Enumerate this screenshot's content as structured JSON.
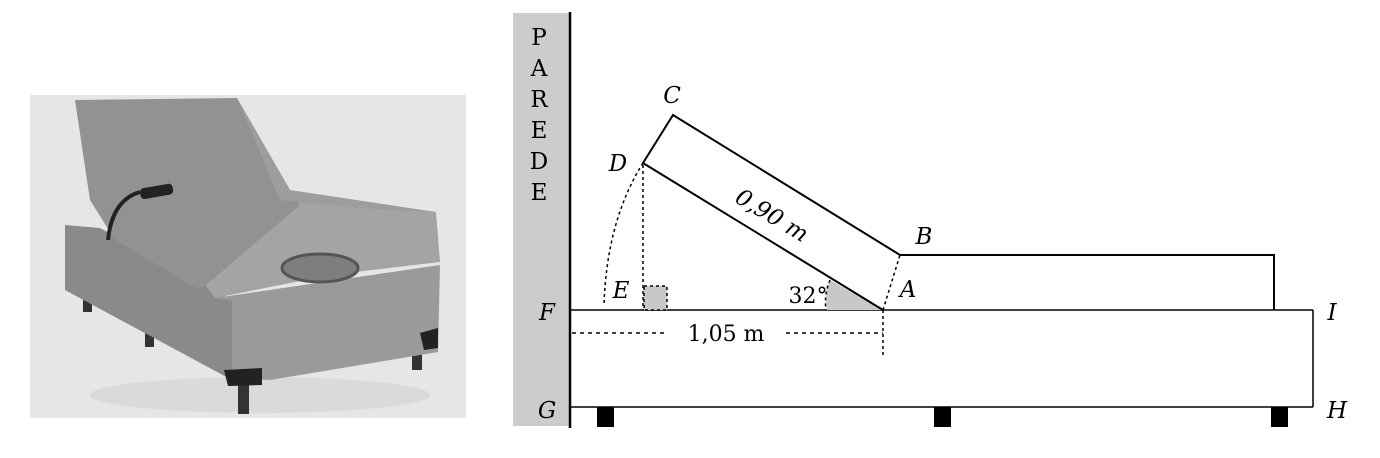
{
  "photo": {
    "subject": "adjustable-bed-photo"
  },
  "diagram": {
    "wall_letters": [
      "P",
      "A",
      "R",
      "E",
      "D",
      "E"
    ],
    "points": {
      "A": "A",
      "B": "B",
      "C": "C",
      "D": "D",
      "E": "E",
      "F": "F",
      "G": "G",
      "H": "H",
      "I": "I"
    },
    "length_DA": "0,90 m",
    "length_FA": "1,05 m",
    "angle": "32°"
  },
  "colors": {
    "wall": "#cccccc",
    "shade": "#c8c8c8",
    "line": "#000000"
  }
}
